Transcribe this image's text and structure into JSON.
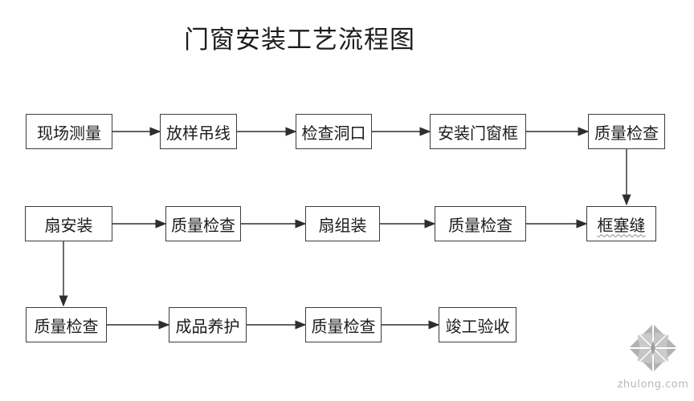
{
  "title": "门窗安装工艺流程图",
  "watermark": {
    "text": "zhulong.com",
    "logo": "zhulong-diamond-logo",
    "color": "#b9b9b9"
  },
  "colors": {
    "background": "#ffffff",
    "box_border": "#3d3d3d",
    "box_fill": "#ffffff",
    "text": "#1b1b1b",
    "arrow": "#2e2e2e",
    "wavy_underline": "#948585"
  },
  "diagram": {
    "type": "flowchart",
    "nodes": [
      {
        "id": "r1c1",
        "label": "现场测量",
        "row": 1,
        "col": 1
      },
      {
        "id": "r1c2",
        "label": "放样吊线",
        "row": 1,
        "col": 2
      },
      {
        "id": "r1c3",
        "label": "检查洞口",
        "row": 1,
        "col": 3
      },
      {
        "id": "r1c4",
        "label": "安装门窗框",
        "row": 1,
        "col": 4
      },
      {
        "id": "r1c5",
        "label": "质量检查",
        "row": 1,
        "col": 5
      },
      {
        "id": "r2c1",
        "label": "扇安装",
        "row": 2,
        "col": 1
      },
      {
        "id": "r2c2",
        "label": "质量检查",
        "row": 2,
        "col": 2
      },
      {
        "id": "r2c3",
        "label": "扇组装",
        "row": 2,
        "col": 3
      },
      {
        "id": "r2c4",
        "label": "质量检查",
        "row": 2,
        "col": 4
      },
      {
        "id": "r2c5",
        "label": "框塞缝",
        "row": 2,
        "col": 5,
        "underline": "wavy"
      },
      {
        "id": "r3c1",
        "label": "质量检查",
        "row": 3,
        "col": 1
      },
      {
        "id": "r3c2",
        "label": "成品养护",
        "row": 3,
        "col": 2
      },
      {
        "id": "r3c3",
        "label": "质量检查",
        "row": 3,
        "col": 3
      },
      {
        "id": "r3c4",
        "label": "竣工验收",
        "row": 3,
        "col": 4
      }
    ],
    "edges": [
      {
        "from": "r1c1",
        "to": "r1c2",
        "direction": "right"
      },
      {
        "from": "r1c2",
        "to": "r1c3",
        "direction": "right"
      },
      {
        "from": "r1c3",
        "to": "r1c4",
        "direction": "right"
      },
      {
        "from": "r1c4",
        "to": "r1c5",
        "direction": "right"
      },
      {
        "from": "r1c5",
        "to": "r2c5",
        "direction": "down"
      },
      {
        "from": "r2c1",
        "to": "r2c2",
        "direction": "right"
      },
      {
        "from": "r2c2",
        "to": "r2c3",
        "direction": "right"
      },
      {
        "from": "r2c3",
        "to": "r2c4",
        "direction": "right"
      },
      {
        "from": "r2c4",
        "to": "r2c5",
        "direction": "right"
      },
      {
        "from": "r2c1",
        "to": "r3c1",
        "direction": "down"
      },
      {
        "from": "r3c1",
        "to": "r3c2",
        "direction": "right"
      },
      {
        "from": "r3c2",
        "to": "r3c3",
        "direction": "right"
      },
      {
        "from": "r3c3",
        "to": "r3c4",
        "direction": "right"
      }
    ]
  }
}
